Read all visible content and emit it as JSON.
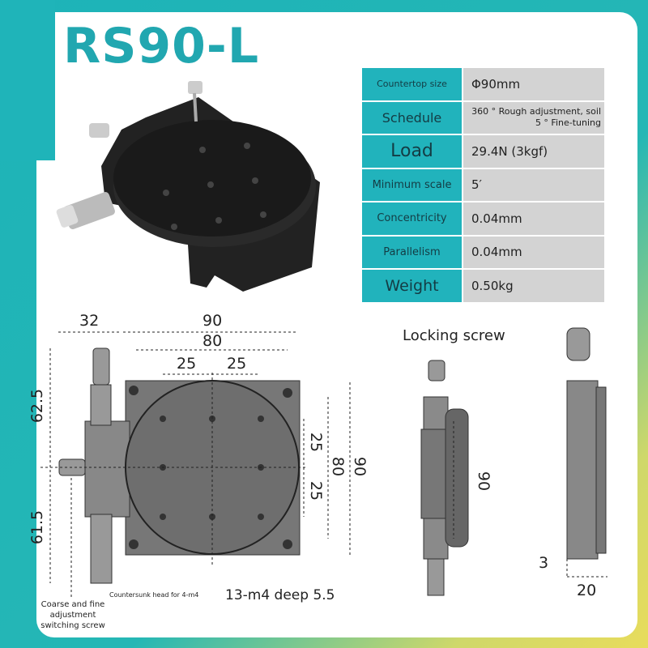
{
  "title": "RS90-L",
  "specs": [
    {
      "label": "Countertop size",
      "value": "Φ90mm"
    },
    {
      "label": "Schedule",
      "value": "360 ° Rough adjustment, soil 5 ° Fine-tuning"
    },
    {
      "label": "Load",
      "value": "29.4N (3kgf)"
    },
    {
      "label": "Minimum scale",
      "value": "5′"
    },
    {
      "label": "Concentricity",
      "value": "0.04mm"
    },
    {
      "label": "Parallelism",
      "value": "0.04mm"
    },
    {
      "label": "Weight",
      "value": "0.50kg"
    }
  ],
  "dims": {
    "d32": "32",
    "d90": "90",
    "d80": "80",
    "d25a": "25",
    "d25b": "25",
    "d625": "62.5",
    "d615": "61.5",
    "v25a": "25",
    "v25b": "25",
    "v80": "80",
    "v90": "90",
    "side90": "90",
    "d3": "3",
    "d20": "20"
  },
  "labels": {
    "locking": "Locking screw",
    "coarse": "Coarse and fine adjustment switching screw",
    "countersunk": "Countersunk head for 4-m4",
    "holes": "13-m4 deep 5.5"
  }
}
